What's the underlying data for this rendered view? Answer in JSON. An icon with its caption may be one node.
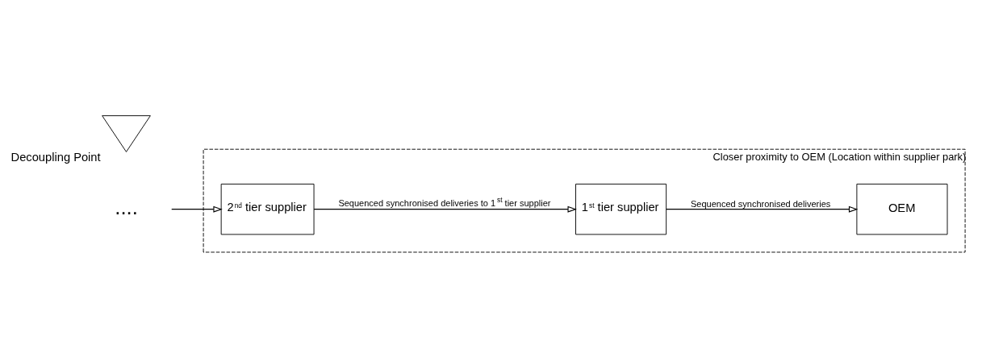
{
  "diagram": {
    "nodes": [
      {
        "text": [
          "Closer proximity to OEM (Location within supplier park)"
        ]
      },
      {
        "text": [
          "2$^{nd}$ tier supplier"
        ],
        "in": 0
      },
      {
        "text": [
          "1$^{st}$ tier supplier"
        ],
        "in": 0
      },
      {
        "text": [
          "OEM"
        ],
        "in": 0
      },
      {
        "text": [
          "...."
        ]
      },
      {
        "text": [],
        "shape": "triangle",
        "beside": [
          "Decoupling Point"
        ]
      }
    ],
    "edges": [
      {
        "from": 4,
        "to": 1,
        "arrow": "to"
      },
      {
        "from": 1,
        "to": 2,
        "arrow": "to",
        "label": "Sequenced synchronised deliveries to 1$^{st}$ tier supplier"
      },
      {
        "from": 2,
        "to": 3,
        "arrow": "to",
        "label": "Sequenced synchronised deliveries"
      }
    ]
  }
}
